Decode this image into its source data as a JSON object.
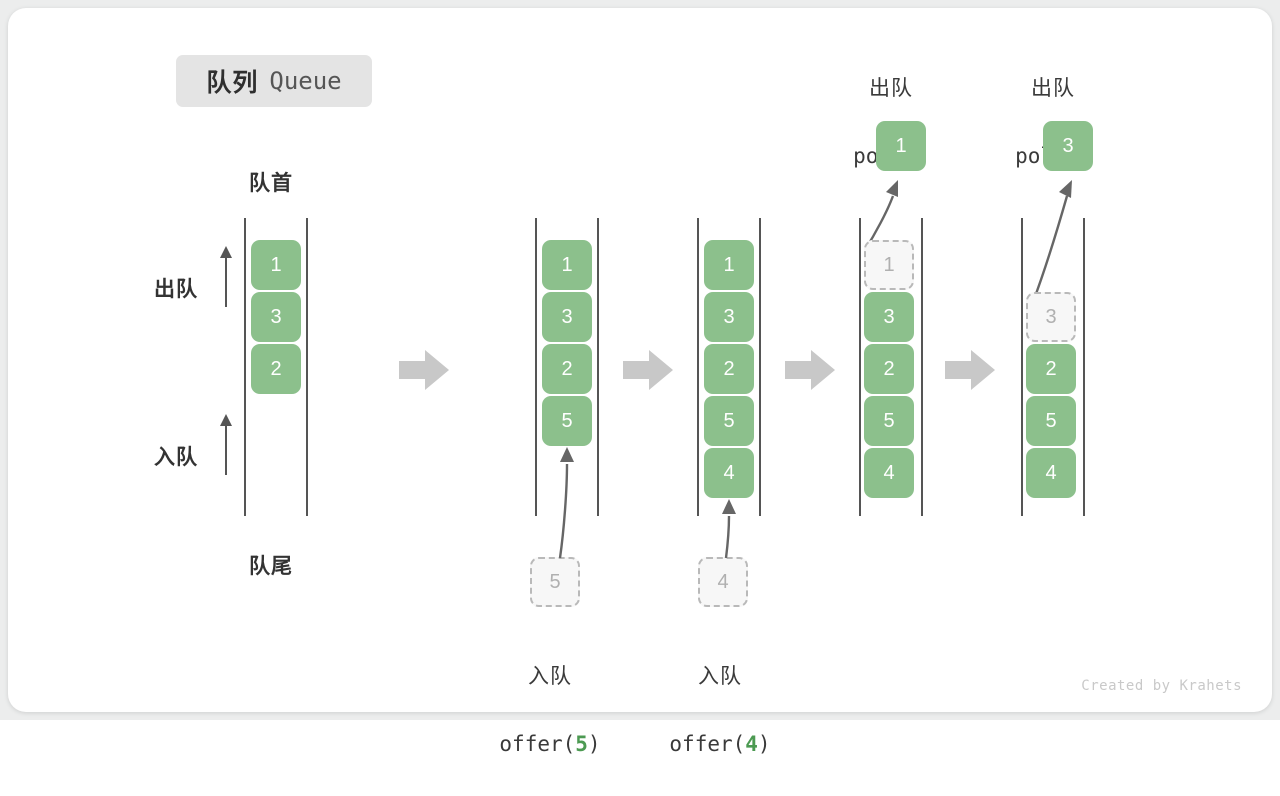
{
  "diagram": {
    "title_cn": "队列",
    "title_en": "Queue",
    "head_label": "队首",
    "tail_label": "队尾",
    "dequeue_label": "出队",
    "enqueue_label": "入队",
    "credit": "Created by Krahets",
    "colors": {
      "element_green": "#8cc08c",
      "ghost_fill": "#f7f7f7",
      "ghost_border": "#b9b9b9",
      "rail": "#555555",
      "step_arrow": "#c8c8c8",
      "title_chip": "#e4e4e4",
      "text": "#333333",
      "arg_green": "#4c9a52",
      "credit": "#c9c9c9"
    },
    "steps": [
      {
        "name": "initial",
        "elements": [
          "1",
          "3",
          "2"
        ],
        "ghost_index": -1,
        "caption_line1": "",
        "caption_line2": "",
        "popped": null
      },
      {
        "name": "offer-5",
        "elements": [
          "1",
          "3",
          "2",
          "5"
        ],
        "ghost_index": -1,
        "incoming": "5",
        "caption_line1": "入队",
        "caption_line2_prefix": "offer(",
        "caption_line2_arg": "5",
        "caption_line2_suffix": ")",
        "popped": null
      },
      {
        "name": "offer-4",
        "elements": [
          "1",
          "3",
          "2",
          "5",
          "4"
        ],
        "ghost_index": -1,
        "incoming": "4",
        "caption_line1": "入队",
        "caption_line2_prefix": "offer(",
        "caption_line2_arg": "4",
        "caption_line2_suffix": ")",
        "popped": null
      },
      {
        "name": "poll-1",
        "elements": [
          "1",
          "3",
          "2",
          "5",
          "4"
        ],
        "ghost_index": 0,
        "caption_line1": "出队",
        "caption_line2_prefix": "poll()",
        "caption_line2_arg": "",
        "caption_line2_suffix": "",
        "popped": "1"
      },
      {
        "name": "poll-3",
        "elements": [
          "3",
          "2",
          "5",
          "4"
        ],
        "ghost_index": 0,
        "caption_line1": "出队",
        "caption_line2_prefix": "poll()",
        "caption_line2_arg": "",
        "caption_line2_suffix": "",
        "popped": "3"
      }
    ]
  }
}
